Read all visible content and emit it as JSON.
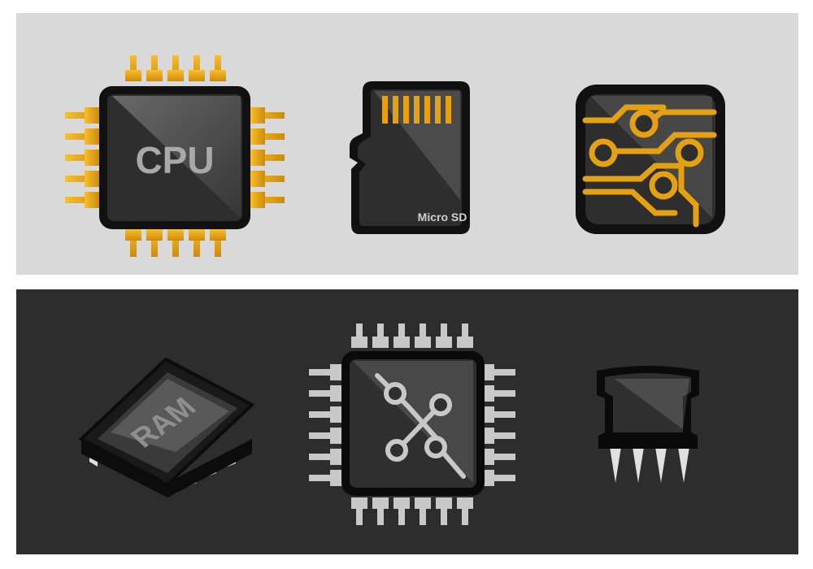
{
  "icons": {
    "cpu": {
      "label": "CPU",
      "icon": "cpu-chip-icon"
    },
    "micro_sd": {
      "label": "Micro SD",
      "icon": "micro-sd-card-icon"
    },
    "circuit_board": {
      "icon": "circuit-board-icon"
    },
    "ram": {
      "label": "RAM",
      "icon": "ram-chip-icon"
    },
    "processor_network": {
      "icon": "processor-network-icon"
    },
    "chip_connector": {
      "icon": "chip-connector-icon"
    }
  },
  "colors": {
    "light_panel": "#d9d9da",
    "dark_panel": "#2d2d2d",
    "chip_body": "#2a2a2a",
    "gold_pins": "#e6a113",
    "silver_pins": "#c8c8c8"
  }
}
